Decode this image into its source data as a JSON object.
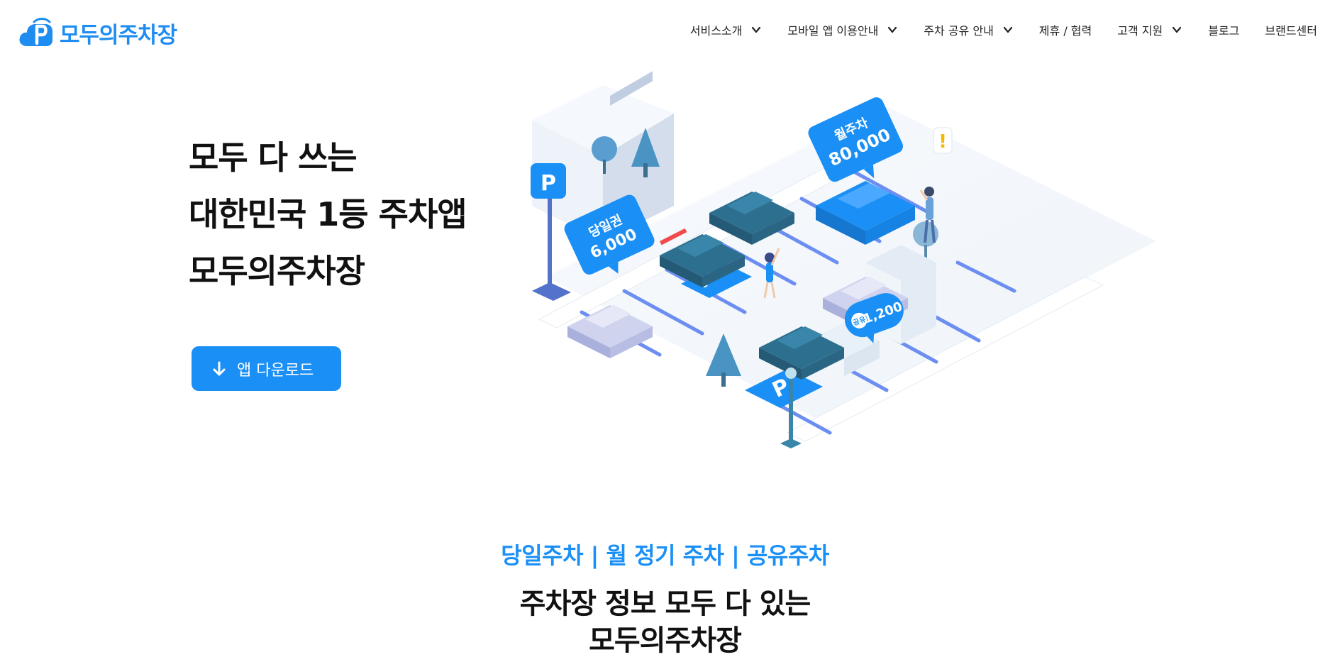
{
  "header": {
    "logo_text": "모두의주차장",
    "logo_icon": "cloud-parking-icon",
    "nav": [
      {
        "label": "서비스소개",
        "has_dropdown": true
      },
      {
        "label": "모바일 앱 이용안내",
        "has_dropdown": true
      },
      {
        "label": "주차 공유 안내",
        "has_dropdown": true
      },
      {
        "label": "제휴 / 협력",
        "has_dropdown": false
      },
      {
        "label": "고객 지원",
        "has_dropdown": true
      },
      {
        "label": "블로그",
        "has_dropdown": false
      },
      {
        "label": "브랜드센터",
        "has_dropdown": false
      }
    ]
  },
  "hero": {
    "line1": "모두 다 쓰는",
    "line2": "대한민국 1등 주차앱",
    "line3": "모두의주차장",
    "download_label": "앱 다운로드",
    "download_icon": "arrow-down-icon"
  },
  "illustration": {
    "sign_daily_label": "당일권",
    "sign_daily_price": "6,000",
    "sign_monthly_label": "월주차",
    "sign_monthly_price": "80,000",
    "sign_share_label": "공유",
    "sign_share_price": "1,200",
    "parking_mark": "P",
    "alert_mark": "!"
  },
  "section": {
    "subtitle": "당일주차 | 월 정기 주차 | 공유주차",
    "headline_line1": "주차장 정보 모두 다 있는",
    "headline_line2": "모두의주차장"
  },
  "colors": {
    "brand": "#1a8ff5",
    "text": "#111111",
    "car_dark": "#2d6f8f",
    "car_light": "#cfd3ee"
  }
}
